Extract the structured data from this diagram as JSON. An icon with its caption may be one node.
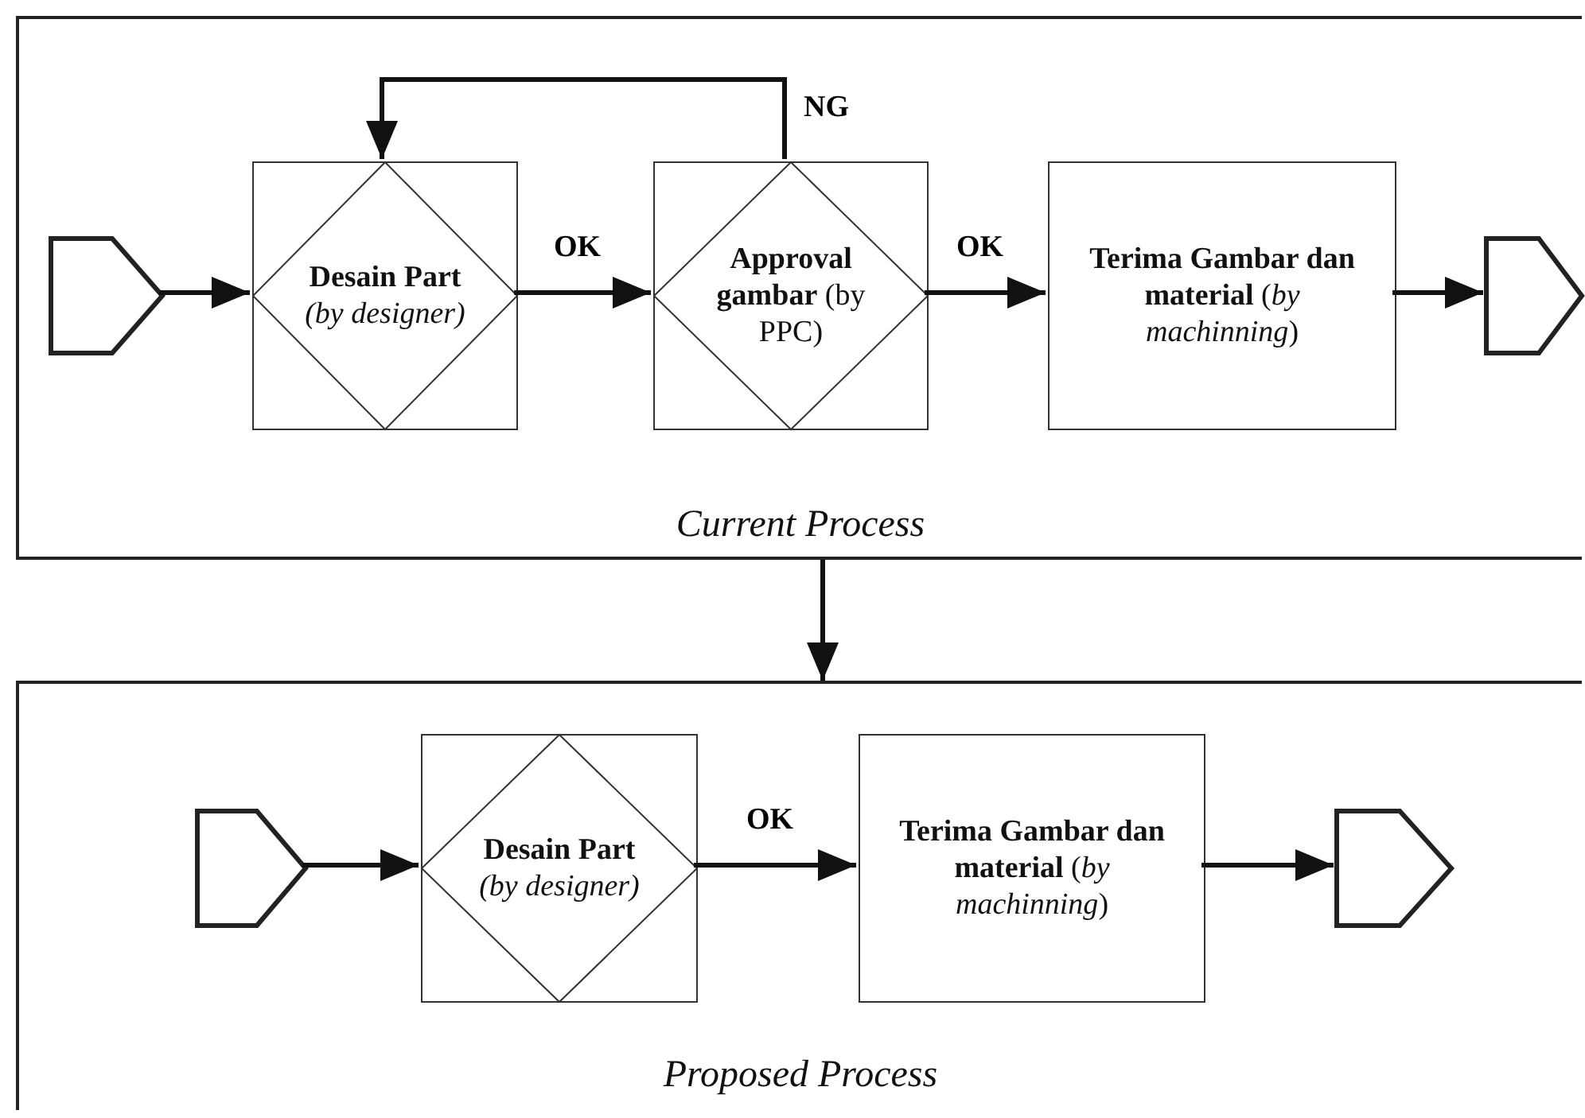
{
  "diagram": {
    "nodes": [
      {
        "text": [
          "Current Process"
        ]
      },
      {
        "text": [],
        "shape": "pentagon",
        "in": 0
      },
      {
        "text": [
          "**Desain** **Part** *(by designer)*"
        ],
        "in": 0
      },
      {
        "text": [
          "**Approval** **gambar** (by PPC)"
        ],
        "in": 0
      },
      {
        "text": [
          "**Terima Gambar dan material** (*by machinning*)"
        ],
        "in": 0
      },
      {
        "text": [],
        "shape": "pentagon",
        "in": 0
      },
      {
        "text": [
          "Proposed Process"
        ]
      },
      {
        "text": [],
        "shape": "pentagon",
        "in": 6
      },
      {
        "text": [
          "**Desain** **Part** *(by designer)*"
        ],
        "in": 6
      },
      {
        "text": [
          "**Terima Gambar dan material** (*by machinning*)"
        ],
        "in": 6
      },
      {
        "text": [],
        "shape": "pentagon",
        "in": 6
      }
    ],
    "edges": [
      {
        "from": 1,
        "to": 2,
        "arrow": "to"
      },
      {
        "from": 2,
        "to": 3,
        "arrow": "to",
        "label": "OK"
      },
      {
        "from": 3,
        "to": 4,
        "arrow": "to",
        "label": "OK"
      },
      {
        "from": 4,
        "to": 5,
        "arrow": "to"
      },
      {
        "from": 3,
        "to": 2,
        "arrow": "to",
        "label": "NG"
      },
      {
        "from": 0,
        "to": 6,
        "arrow": "to"
      },
      {
        "from": 7,
        "to": 8,
        "arrow": "to"
      },
      {
        "from": 8,
        "to": 9,
        "arrow": "to",
        "label": "OK"
      },
      {
        "from": 9,
        "to": 10,
        "arrow": "to"
      }
    ]
  }
}
